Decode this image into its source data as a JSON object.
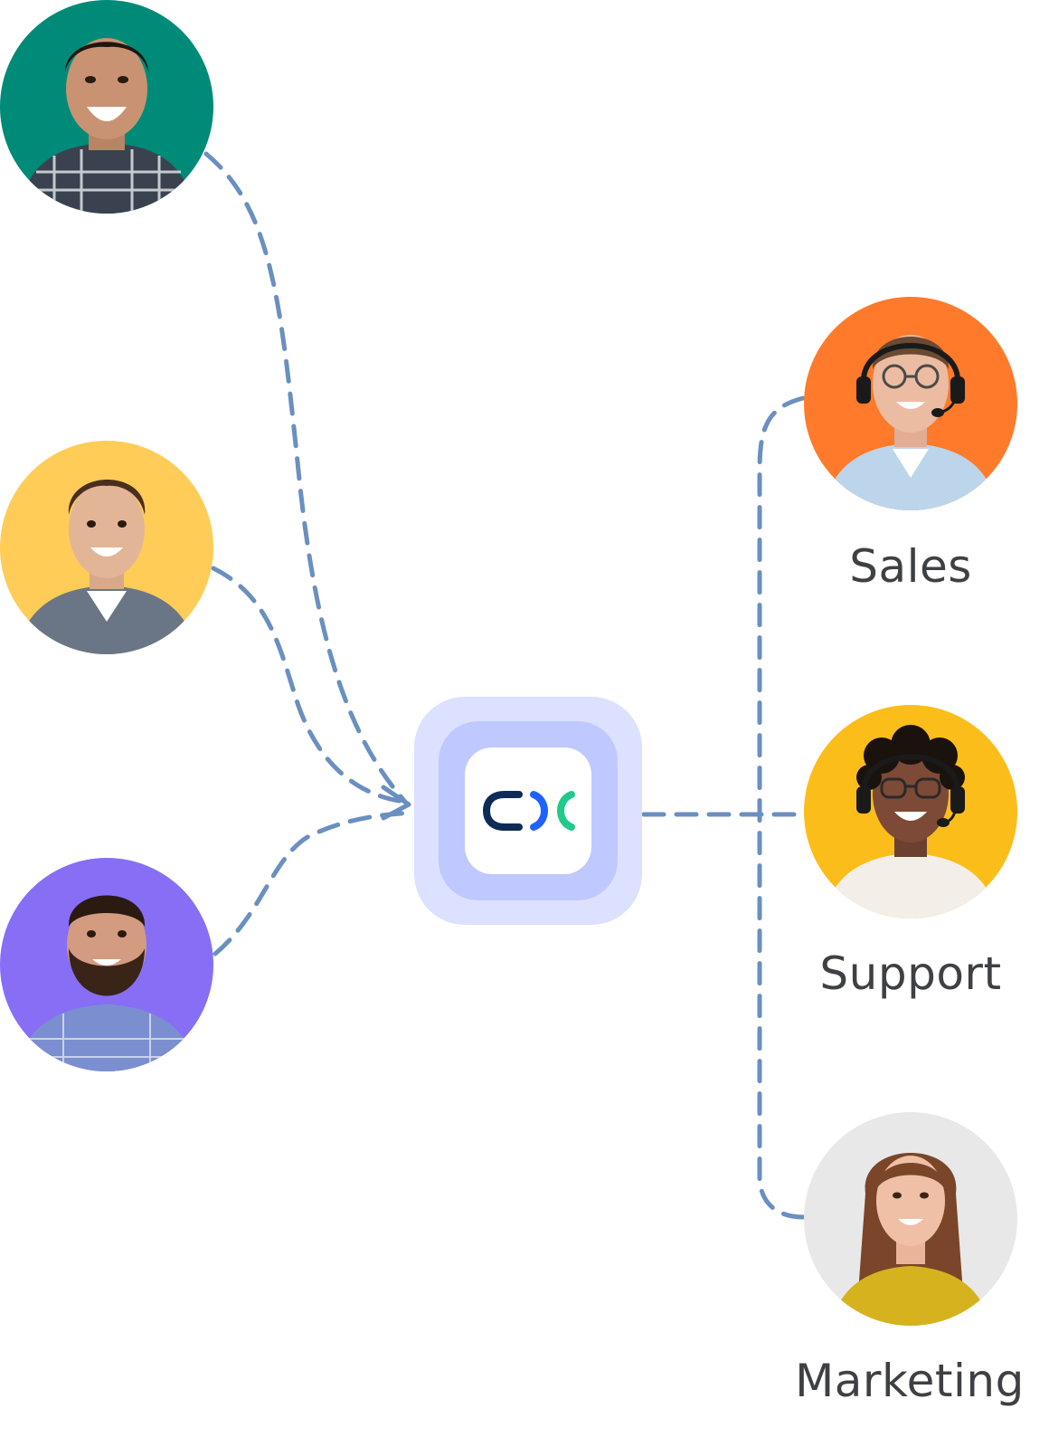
{
  "diagram": {
    "hub": {
      "logo_icon": "cx-logo-icon",
      "colors": {
        "ring_outer": "#dbe1ff",
        "ring_inner": "#bfc8ff",
        "tile": "#ffffff",
        "logo_dark": "#0d2b57",
        "logo_blue": "#1e63ff",
        "logo_green": "#21c98a"
      }
    },
    "customers": [
      {
        "color": "#008a78"
      },
      {
        "color": "#ffcc57"
      },
      {
        "color": "#876ef5"
      }
    ],
    "teams": [
      {
        "label": "Sales",
        "color": "#ff7a2a"
      },
      {
        "label": "Support",
        "color": "#fbbd1a"
      },
      {
        "label": "Marketing",
        "color": "#e8e8e8"
      }
    ],
    "connector_color": "#6a8fc0"
  }
}
